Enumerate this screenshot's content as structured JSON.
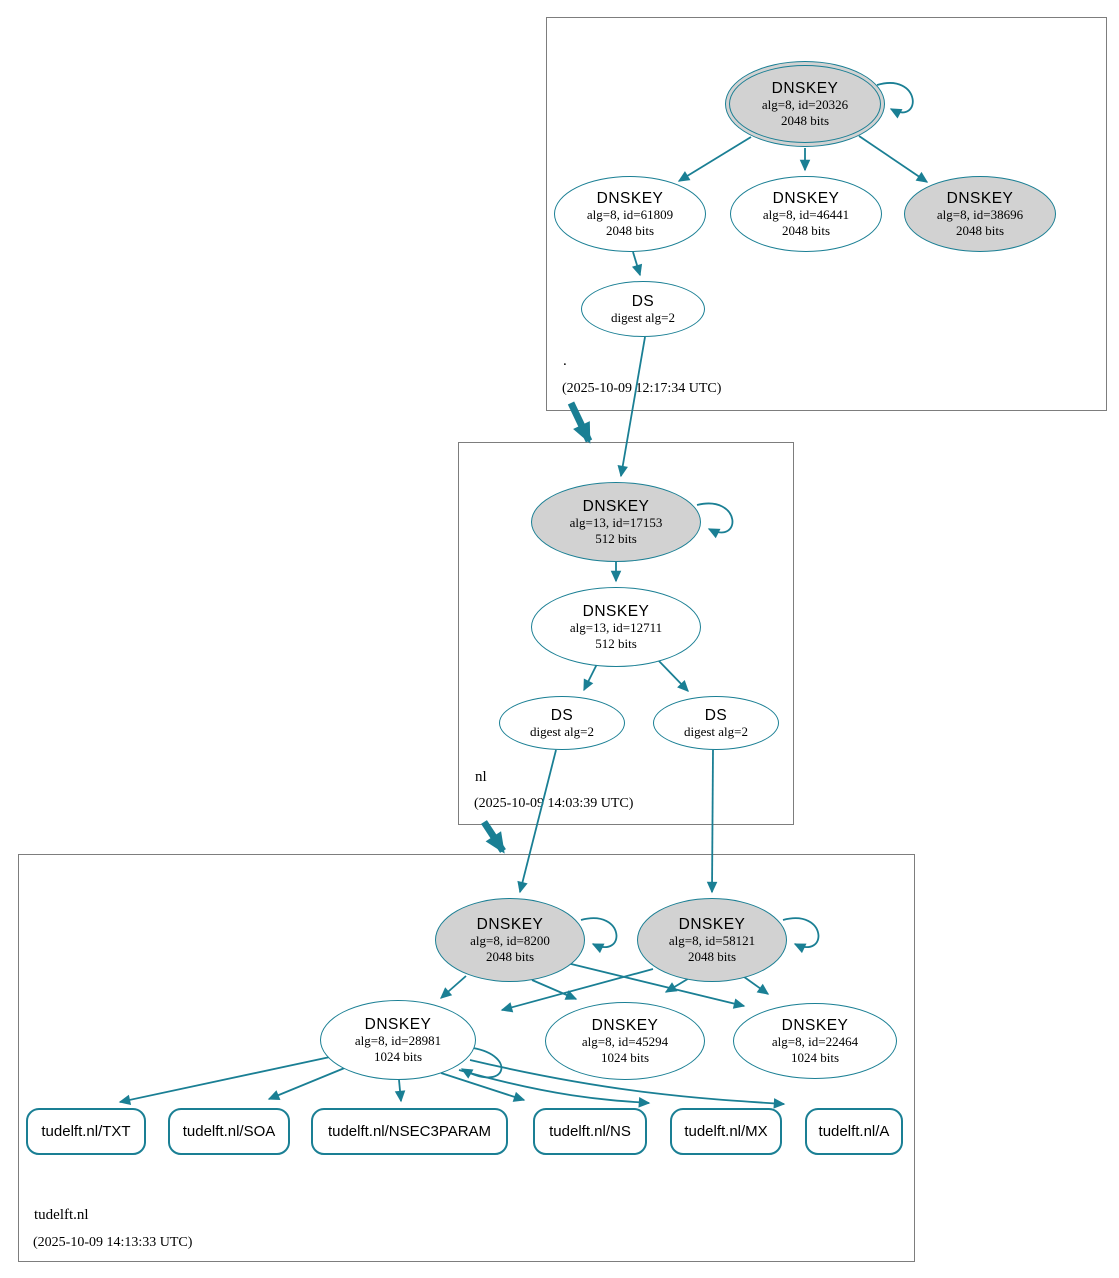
{
  "colors": {
    "edge_teal": "#1a7f94",
    "ksk_fill_gray": "#d2d2d2",
    "node_fill_white": "#ffffff",
    "zone_border_gray": "#7d7d7d"
  },
  "zones": [
    {
      "label": ".",
      "timestamp": "(2025-10-09 12:17:34 UTC)",
      "nodes": {
        "ksk20326": {
          "title": "DNSKEY",
          "attrs": "alg=8, id=20326",
          "bits": "2048 bits"
        },
        "zsk61809": {
          "title": "DNSKEY",
          "attrs": "alg=8, id=61809",
          "bits": "2048 bits"
        },
        "zsk46441": {
          "title": "DNSKEY",
          "attrs": "alg=8, id=46441",
          "bits": "2048 bits"
        },
        "ksk38696": {
          "title": "DNSKEY",
          "attrs": "alg=8, id=38696",
          "bits": "2048 bits"
        },
        "ds": {
          "title": "DS",
          "attrs": "digest alg=2"
        }
      }
    },
    {
      "label": "nl",
      "timestamp": "(2025-10-09 14:03:39 UTC)",
      "nodes": {
        "ksk17153": {
          "title": "DNSKEY",
          "attrs": "alg=13, id=17153",
          "bits": "512 bits"
        },
        "zsk12711": {
          "title": "DNSKEY",
          "attrs": "alg=13, id=12711",
          "bits": "512 bits"
        },
        "dsLeft": {
          "title": "DS",
          "attrs": "digest alg=2"
        },
        "dsRight": {
          "title": "DS",
          "attrs": "digest alg=2"
        }
      }
    },
    {
      "label": "tudelft.nl",
      "timestamp": "(2025-10-09 14:13:33 UTC)",
      "nodes": {
        "ksk8200": {
          "title": "DNSKEY",
          "attrs": "alg=8, id=8200",
          "bits": "2048 bits"
        },
        "ksk58121": {
          "title": "DNSKEY",
          "attrs": "alg=8, id=58121",
          "bits": "2048 bits"
        },
        "zsk28981": {
          "title": "DNSKEY",
          "attrs": "alg=8, id=28981",
          "bits": "1024 bits"
        },
        "zsk45294": {
          "title": "DNSKEY",
          "attrs": "alg=8, id=45294",
          "bits": "1024 bits"
        },
        "zsk22464": {
          "title": "DNSKEY",
          "attrs": "alg=8, id=22464",
          "bits": "1024 bits"
        }
      },
      "rrsets": [
        {
          "label": "tudelft.nl/TXT"
        },
        {
          "label": "tudelft.nl/SOA"
        },
        {
          "label": "tudelft.nl/NSEC3PARAM"
        },
        {
          "label": "tudelft.nl/NS"
        },
        {
          "label": "tudelft.nl/MX"
        },
        {
          "label": "tudelft.nl/A"
        }
      ]
    }
  ]
}
